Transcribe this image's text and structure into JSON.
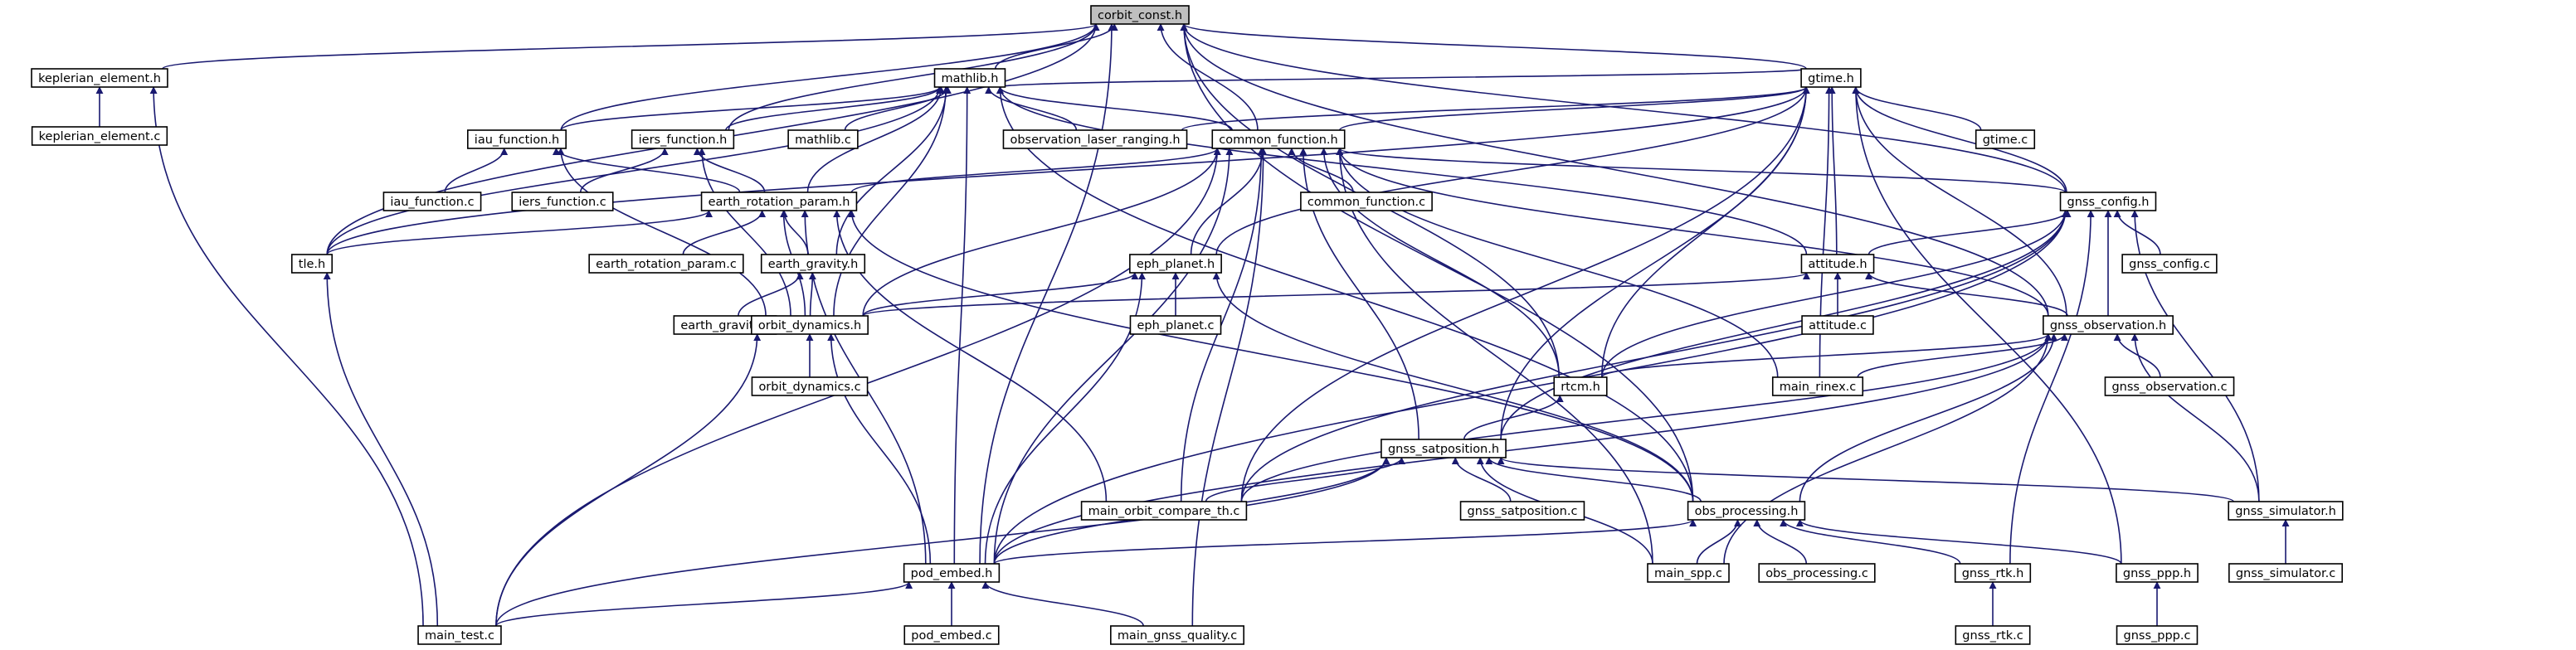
{
  "diagram": {
    "title": "",
    "colors": {
      "edge": "#191970",
      "node_fill": "#ffffff",
      "root_fill": "#bfbfbf",
      "border": "#000000"
    },
    "nodes": [
      {
        "id": "corbit_const_h",
        "label": "corbit_const.h",
        "root": true
      },
      {
        "id": "keplerian_element_h",
        "label": "keplerian_element.h"
      },
      {
        "id": "keplerian_element_c",
        "label": "keplerian_element.c"
      },
      {
        "id": "mathlib_h",
        "label": "mathlib.h"
      },
      {
        "id": "gtime_h",
        "label": "gtime.h"
      },
      {
        "id": "iau_function_h",
        "label": "iau_function.h"
      },
      {
        "id": "iers_function_h",
        "label": "iers_function.h"
      },
      {
        "id": "mathlib_c",
        "label": "mathlib.c"
      },
      {
        "id": "observation_laser_ranging_h",
        "label": "observation_laser_ranging.h"
      },
      {
        "id": "common_function_h",
        "label": "common_function.h"
      },
      {
        "id": "gtime_c",
        "label": "gtime.c"
      },
      {
        "id": "iau_function_c",
        "label": "iau_function.c"
      },
      {
        "id": "iers_function_c",
        "label": "iers_function.c"
      },
      {
        "id": "earth_rotation_param_h",
        "label": "earth_rotation_param.h"
      },
      {
        "id": "common_function_c",
        "label": "common_function.c"
      },
      {
        "id": "gnss_config_h",
        "label": "gnss_config.h"
      },
      {
        "id": "tle_h",
        "label": "tle.h"
      },
      {
        "id": "earth_rotation_param_c",
        "label": "earth_rotation_param.c"
      },
      {
        "id": "earth_gravity_h",
        "label": "earth_gravity.h"
      },
      {
        "id": "eph_planet_h",
        "label": "eph_planet.h"
      },
      {
        "id": "gnss_config_c",
        "label": "gnss_config.c"
      },
      {
        "id": "attitude_h",
        "label": "attitude.h"
      },
      {
        "id": "earth_gravity_c",
        "label": "earth_gravity.c"
      },
      {
        "id": "orbit_dynamics_h",
        "label": "orbit_dynamics.h"
      },
      {
        "id": "eph_planet_c",
        "label": "eph_planet.c"
      },
      {
        "id": "attitude_c",
        "label": "attitude.c"
      },
      {
        "id": "gnss_observation_h",
        "label": "gnss_observation.h"
      },
      {
        "id": "orbit_dynamics_c",
        "label": "orbit_dynamics.c"
      },
      {
        "id": "rtcm_h",
        "label": "rtcm.h"
      },
      {
        "id": "main_rinex_c",
        "label": "main_rinex.c"
      },
      {
        "id": "gnss_observation_c",
        "label": "gnss_observation.c"
      },
      {
        "id": "gnss_satposition_h",
        "label": "gnss_satposition.h"
      },
      {
        "id": "main_orbit_compare_th_c",
        "label": "main_orbit_compare_th.c"
      },
      {
        "id": "gnss_satposition_c",
        "label": "gnss_satposition.c"
      },
      {
        "id": "obs_processing_h",
        "label": "obs_processing.h"
      },
      {
        "id": "gnss_simulator_h",
        "label": "gnss_simulator.h"
      },
      {
        "id": "pod_embed_h",
        "label": "pod_embed.h"
      },
      {
        "id": "main_spp_c",
        "label": "main_spp.c"
      },
      {
        "id": "obs_processing_c",
        "label": "obs_processing.c"
      },
      {
        "id": "gnss_rtk_h",
        "label": "gnss_rtk.h"
      },
      {
        "id": "gnss_ppp_h",
        "label": "gnss_ppp.h"
      },
      {
        "id": "gnss_simulator_c",
        "label": "gnss_simulator.c"
      },
      {
        "id": "main_test_c",
        "label": "main_test.c"
      },
      {
        "id": "pod_embed_c",
        "label": "pod_embed.c"
      },
      {
        "id": "main_gnss_quality_c",
        "label": "main_gnss_quality.c"
      },
      {
        "id": "gnss_rtk_c",
        "label": "gnss_rtk.c"
      },
      {
        "id": "gnss_ppp_c",
        "label": "gnss_ppp.c"
      }
    ],
    "edges": [
      [
        "keplerian_element_h",
        "corbit_const_h"
      ],
      [
        "mathlib_h",
        "corbit_const_h"
      ],
      [
        "gtime_h",
        "corbit_const_h"
      ],
      [
        "iau_function_h",
        "corbit_const_h"
      ],
      [
        "iers_function_h",
        "corbit_const_h"
      ],
      [
        "common_function_h",
        "corbit_const_h"
      ],
      [
        "gnss_config_h",
        "corbit_const_h"
      ],
      [
        "tle_h",
        "corbit_const_h"
      ],
      [
        "gnss_observation_h",
        "corbit_const_h"
      ],
      [
        "rtcm_h",
        "corbit_const_h"
      ],
      [
        "obs_processing_h",
        "corbit_const_h"
      ],
      [
        "pod_embed_h",
        "corbit_const_h"
      ],
      [
        "keplerian_element_c",
        "keplerian_element_h"
      ],
      [
        "main_test_c",
        "keplerian_element_h"
      ],
      [
        "gtime_h",
        "mathlib_h"
      ],
      [
        "iau_function_h",
        "mathlib_h"
      ],
      [
        "iers_function_h",
        "mathlib_h"
      ],
      [
        "mathlib_c",
        "mathlib_h"
      ],
      [
        "observation_laser_ranging_h",
        "mathlib_h"
      ],
      [
        "common_function_h",
        "mathlib_h"
      ],
      [
        "tle_h",
        "mathlib_h"
      ],
      [
        "earth_rotation_param_h",
        "mathlib_h"
      ],
      [
        "earth_gravity_h",
        "mathlib_h"
      ],
      [
        "orbit_dynamics_h",
        "mathlib_h"
      ],
      [
        "attitude_h",
        "mathlib_h"
      ],
      [
        "obs_processing_h",
        "mathlib_h"
      ],
      [
        "pod_embed_h",
        "mathlib_h"
      ],
      [
        "observation_laser_ranging_h",
        "gtime_h"
      ],
      [
        "common_function_h",
        "gtime_h"
      ],
      [
        "gtime_c",
        "gtime_h"
      ],
      [
        "gnss_config_h",
        "gtime_h"
      ],
      [
        "tle_h",
        "gtime_h"
      ],
      [
        "eph_planet_h",
        "gtime_h"
      ],
      [
        "attitude_h",
        "gtime_h"
      ],
      [
        "gnss_observation_h",
        "gtime_h"
      ],
      [
        "rtcm_h",
        "gtime_h"
      ],
      [
        "main_rinex_c",
        "gtime_h"
      ],
      [
        "gnss_satposition_h",
        "gtime_h"
      ],
      [
        "main_orbit_compare_th_c",
        "gtime_h"
      ],
      [
        "gnss_ppp_h",
        "gtime_h"
      ],
      [
        "iau_function_c",
        "iau_function_h"
      ],
      [
        "earth_rotation_param_h",
        "iau_function_h"
      ],
      [
        "orbit_dynamics_h",
        "iau_function_h"
      ],
      [
        "iers_function_c",
        "iers_function_h"
      ],
      [
        "earth_rotation_param_h",
        "iers_function_h"
      ],
      [
        "orbit_dynamics_h",
        "iers_function_h"
      ],
      [
        "common_function_c",
        "common_function_h"
      ],
      [
        "earth_rotation_param_h",
        "common_function_h"
      ],
      [
        "gnss_config_h",
        "common_function_h"
      ],
      [
        "eph_planet_h",
        "common_function_h"
      ],
      [
        "orbit_dynamics_h",
        "common_function_h"
      ],
      [
        "rtcm_h",
        "common_function_h"
      ],
      [
        "gnss_satposition_h",
        "common_function_h"
      ],
      [
        "gnss_observation_h",
        "common_function_h"
      ],
      [
        "main_rinex_c",
        "common_function_h"
      ],
      [
        "main_orbit_compare_th_c",
        "common_function_h"
      ],
      [
        "main_spp_c",
        "common_function_h"
      ],
      [
        "main_gnss_quality_c",
        "common_function_h"
      ],
      [
        "main_test_c",
        "common_function_h"
      ],
      [
        "pod_embed_h",
        "common_function_h"
      ],
      [
        "tle_h",
        "earth_rotation_param_h"
      ],
      [
        "earth_rotation_param_c",
        "earth_rotation_param_h"
      ],
      [
        "earth_gravity_h",
        "earth_rotation_param_h"
      ],
      [
        "orbit_dynamics_h",
        "earth_rotation_param_h"
      ],
      [
        "main_orbit_compare_th_c",
        "earth_rotation_param_h"
      ],
      [
        "obs_processing_h",
        "earth_rotation_param_h"
      ],
      [
        "pod_embed_h",
        "earth_rotation_param_h"
      ],
      [
        "gnss_config_c",
        "gnss_config_h"
      ],
      [
        "attitude_h",
        "gnss_config_h"
      ],
      [
        "gnss_observation_h",
        "gnss_config_h"
      ],
      [
        "rtcm_h",
        "gnss_config_h"
      ],
      [
        "gnss_satposition_h",
        "gnss_config_h"
      ],
      [
        "main_orbit_compare_th_c",
        "gnss_config_h"
      ],
      [
        "gnss_simulator_h",
        "gnss_config_h"
      ],
      [
        "gnss_rtk_h",
        "gnss_config_h"
      ],
      [
        "pod_embed_h",
        "gnss_config_h"
      ],
      [
        "main_test_c",
        "tle_h"
      ],
      [
        "earth_gravity_c",
        "earth_gravity_h"
      ],
      [
        "orbit_dynamics_h",
        "earth_gravity_h"
      ],
      [
        "eph_planet_c",
        "eph_planet_h"
      ],
      [
        "orbit_dynamics_h",
        "eph_planet_h"
      ],
      [
        "obs_processing_h",
        "eph_planet_h"
      ],
      [
        "pod_embed_h",
        "eph_planet_h"
      ],
      [
        "attitude_c",
        "attitude_h"
      ],
      [
        "orbit_dynamics_h",
        "attitude_h"
      ],
      [
        "gnss_observation_h",
        "attitude_h"
      ],
      [
        "orbit_dynamics_c",
        "orbit_dynamics_h"
      ],
      [
        "main_test_c",
        "orbit_dynamics_h"
      ],
      [
        "pod_embed_h",
        "orbit_dynamics_h"
      ],
      [
        "gnss_observation_c",
        "gnss_observation_h"
      ],
      [
        "rtcm_h",
        "gnss_observation_h"
      ],
      [
        "main_rinex_c",
        "gnss_observation_h"
      ],
      [
        "gnss_simulator_h",
        "gnss_observation_h"
      ],
      [
        "obs_processing_h",
        "gnss_observation_h"
      ],
      [
        "main_spp_c",
        "gnss_observation_h"
      ],
      [
        "pod_embed_h",
        "gnss_observation_h"
      ],
      [
        "main_orbit_compare_th_c",
        "gnss_observation_h"
      ],
      [
        "gnss_satposition_h",
        "rtcm_h"
      ],
      [
        "main_orbit_compare_th_c",
        "gnss_satposition_h"
      ],
      [
        "gnss_satposition_c",
        "gnss_satposition_h"
      ],
      [
        "obs_processing_h",
        "gnss_satposition_h"
      ],
      [
        "gnss_simulator_h",
        "gnss_satposition_h"
      ],
      [
        "main_spp_c",
        "gnss_satposition_h"
      ],
      [
        "pod_embed_h",
        "gnss_satposition_h"
      ],
      [
        "main_test_c",
        "gnss_satposition_h"
      ],
      [
        "pod_embed_h",
        "obs_processing_h"
      ],
      [
        "main_spp_c",
        "obs_processing_h"
      ],
      [
        "obs_processing_c",
        "obs_processing_h"
      ],
      [
        "gnss_rtk_h",
        "obs_processing_h"
      ],
      [
        "gnss_ppp_h",
        "obs_processing_h"
      ],
      [
        "gnss_simulator_c",
        "gnss_simulator_h"
      ],
      [
        "main_test_c",
        "pod_embed_h"
      ],
      [
        "pod_embed_c",
        "pod_embed_h"
      ],
      [
        "main_gnss_quality_c",
        "pod_embed_h"
      ],
      [
        "gnss_rtk_c",
        "gnss_rtk_h"
      ],
      [
        "gnss_ppp_c",
        "gnss_ppp_h"
      ]
    ]
  }
}
